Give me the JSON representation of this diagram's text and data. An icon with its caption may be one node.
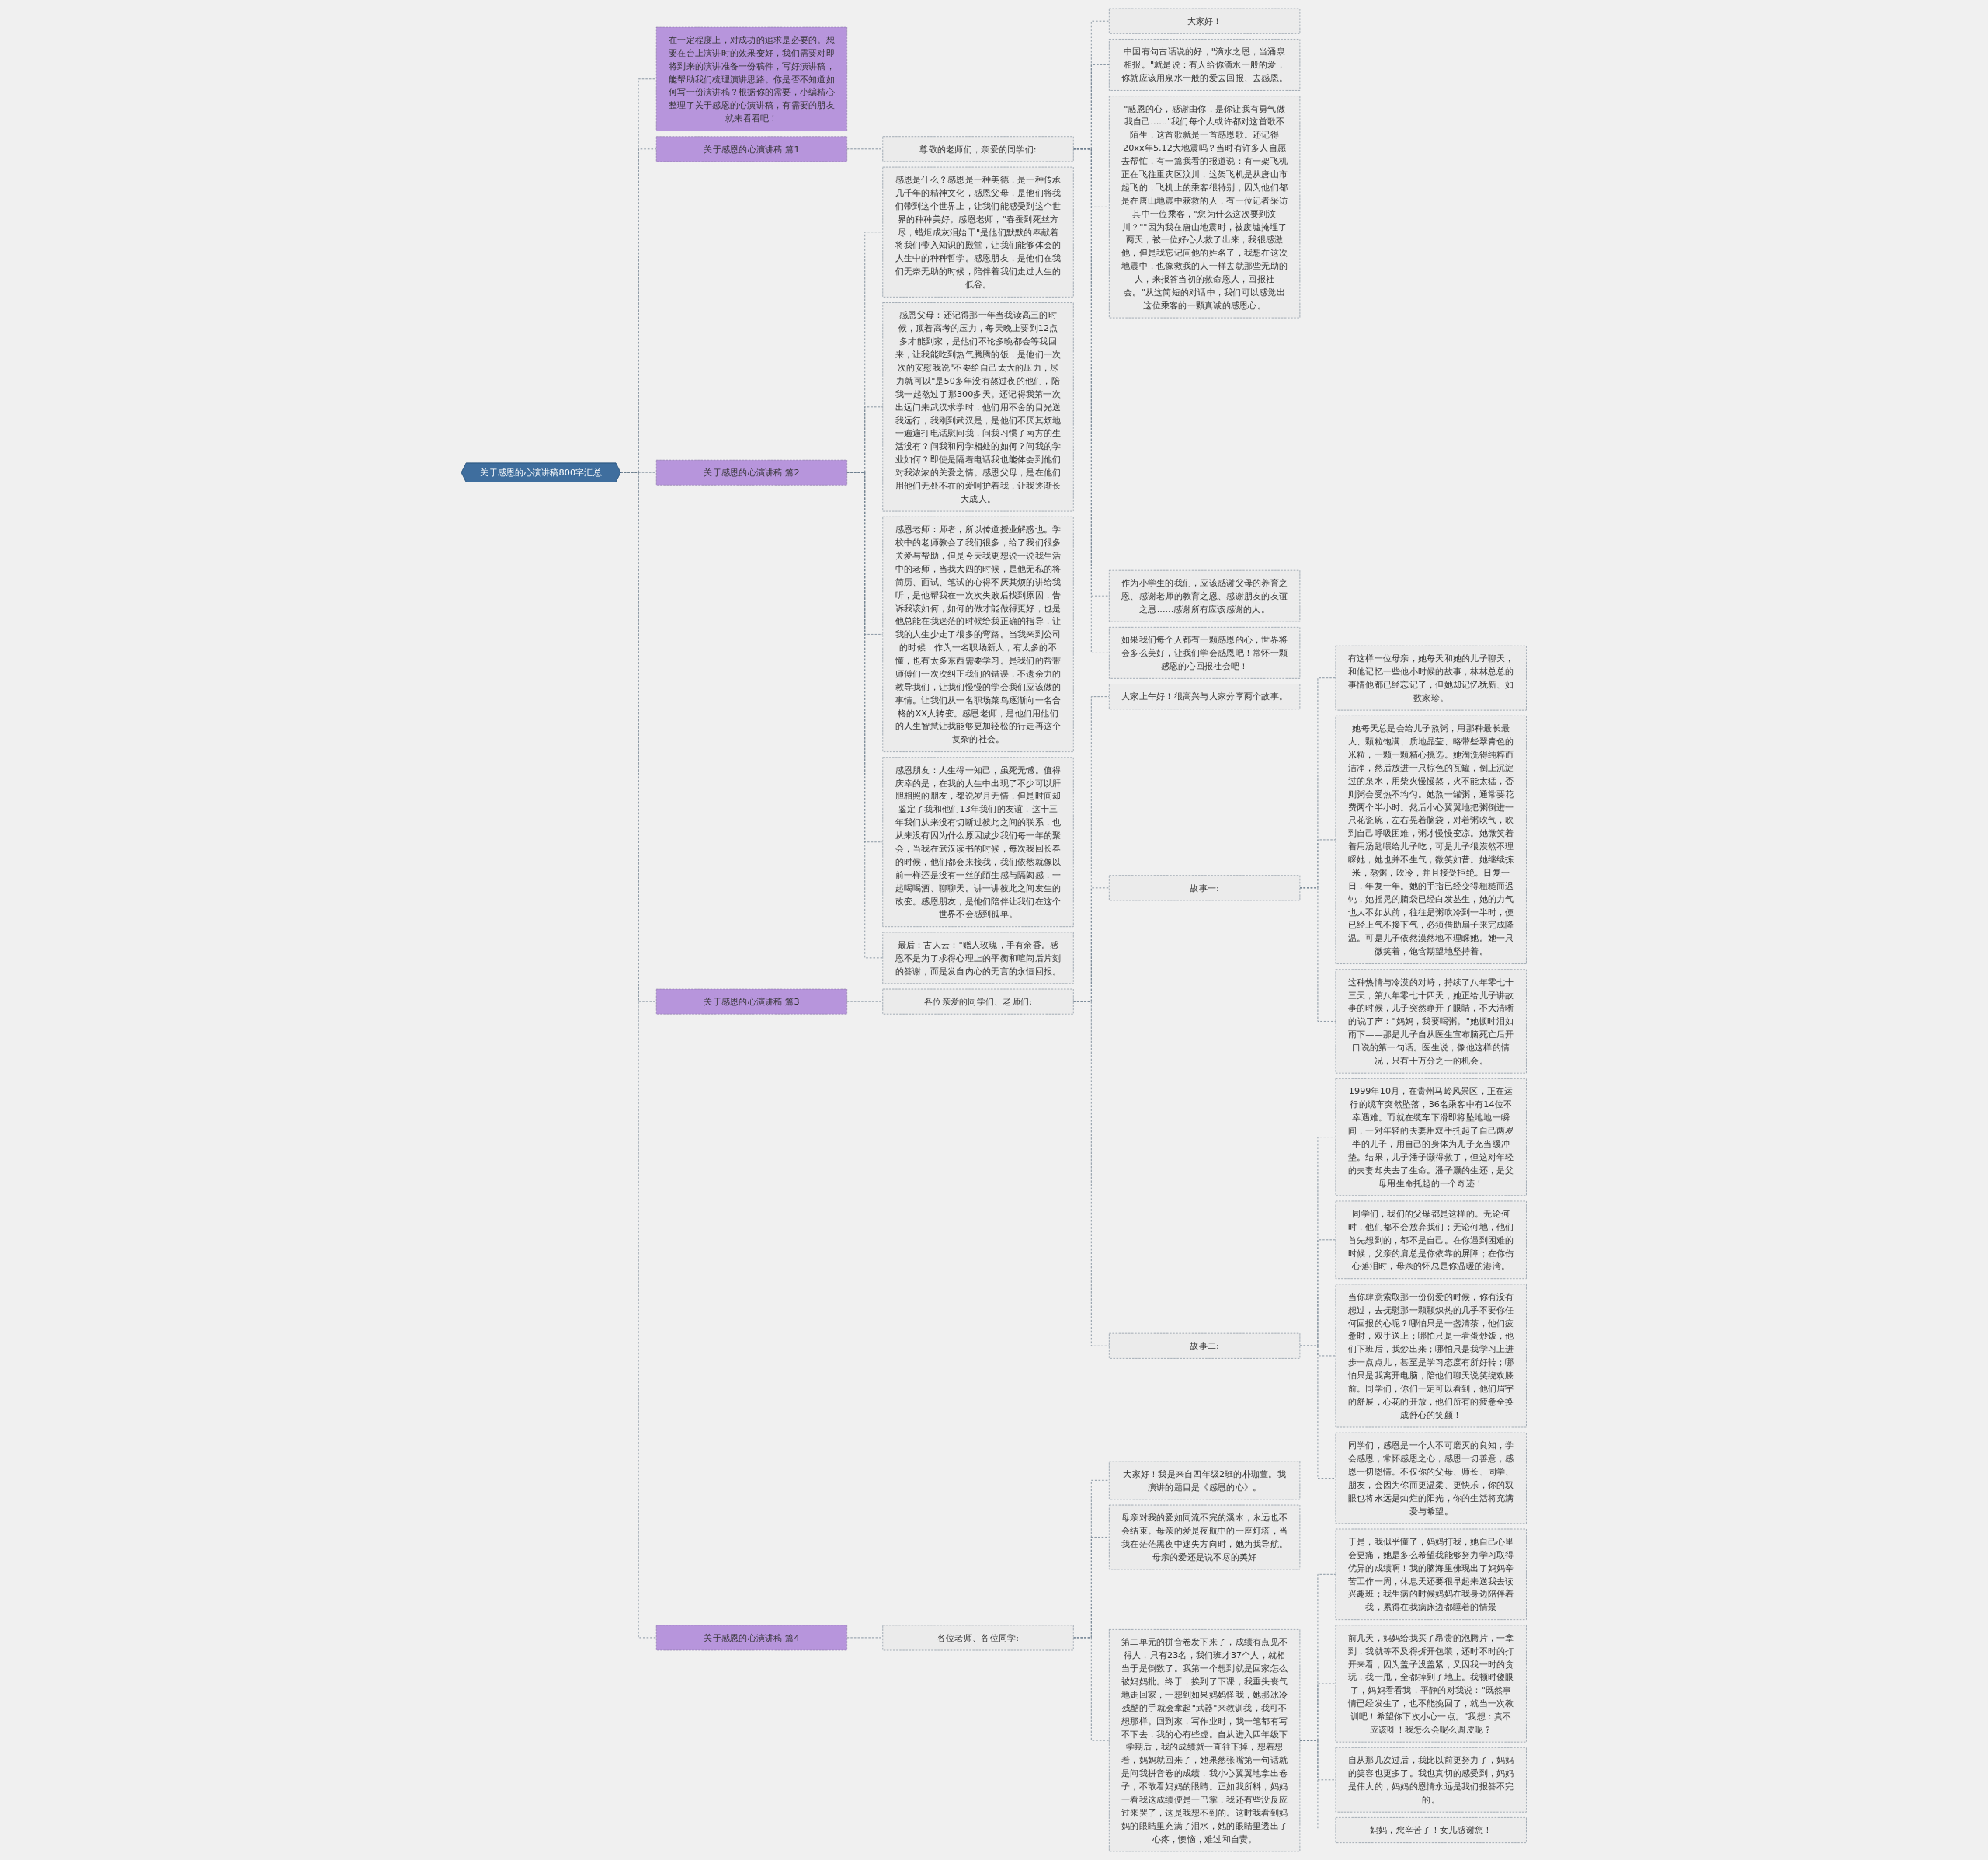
{
  "diagram": {
    "nodes": [
      {
        "text": [
          "关于感恩的心演讲稿800字汇总"
        ]
      },
      {
        "text": [
          "在一定程度上，对成功的追求是必要的。想要在台上演讲时的效果变好，我们需要对即将到来的演讲准备一份稿件，写好演讲稿，能帮助我们梳理演讲思路。你是否不知道如何写一份演讲稿？根据你的需要，小编精心整理了关于感恩的心演讲稿，有需要的朋友就来看看吧！"
        ]
      },
      {
        "text": [
          "关于感恩的心演讲稿 篇1"
        ]
      },
      {
        "text": [
          "尊敬的老师们，亲爱的同学们:"
        ]
      },
      {
        "text": [
          "大家好！"
        ]
      },
      {
        "text": [
          "中国有句古话说的好，\"滴水之恩，当涌泉相报。\"就是说：有人给你滴水一般的爱，你就应该用泉水一般的爱去回报、去感恩。"
        ]
      },
      {
        "text": [
          "\"感恩的心，感谢由你，是你让我有勇气做我自己......\"我们每个人或许都对这首歌不陌生，这首歌就是一首感恩歌。还记得20xx年5.12大地震吗？当时有许多人自愿去帮忙，有一篇我看的报道说：有一架飞机正在飞往重灾区汶川，这架飞机是从唐山市起飞的，飞机上的乘客很特别，因为他们都是在唐山地震中获救的人，有一位记者采访其中一位乘客，\"您为什么这次要到汶川？\"\"因为我在唐山地震时，被废墟掩埋了两天，被一位好心人救了出来，我很感激他，但是我忘记问他的姓名了，我想在这次地震中，也像救我的人一样去就那些无助的人，来报答当初的救命恩人，回报社会。\"从这简短的对话中，我们可以感觉出这位乘客的一颗真诚的感恩心。"
        ]
      },
      {
        "text": [
          "作为小学生的我们，应该感谢父母的养育之恩、感谢老师的教育之恩、感谢朋友的友谊之恩......感谢所有应该感谢的人。"
        ]
      },
      {
        "text": [
          "如果我们每个人都有一颗感恩的心，世界将会多么美好，让我们学会感恩吧！常怀一颗感恩的心回报社会吧！"
        ]
      },
      {
        "text": [
          "关于感恩的心演讲稿 篇2"
        ]
      },
      {
        "text": [
          "感恩是什么？感恩是一种美德，是一种传承几千年的精神文化，感恩父母，是他们将我们带到这个世界上，让我们能感受到这个世界的种种美好。感恩老师，\"春蚕到死丝方尽，蜡炬成灰泪始干\"是他们默默的奉献着将我们带入知识的殿堂，让我们能够体会的人生中的种种哲学。感恩朋友，是他们在我们无奈无助的时候，陪伴着我们走过人生的低谷。"
        ]
      },
      {
        "text": [
          "感恩父母：还记得那一年当我读高三的时候，顶着高考的压力，每天晚上要到12点多才能到家，是他们不论多晚都会等我回来，让我能吃到热气腾腾的饭，是他们一次次的安慰我说\"不要给自己太大的压力，尽力就可以\"是50多年没有熬过夜的他们，陪我一起熬过了那300多天。还记得我第一次出远门来武汉求学时，他们用不舍的目光送我远行，我刚到武汉是，是他们不厌其烦地一遍遍打电话慰问我，问我习惯了南方的生活没有？问我和同学相处的如何？问我的学业如何？即使是隔着电话我也能体会到他们对我浓浓的关爱之情。感恩父母，是在他们用他们无处不在的爱呵护着我，让我逐渐长大成人。"
        ]
      },
      {
        "text": [
          "感恩老师：师者，所以传道授业解惑也。学校中的老师教会了我们很多，给了我们很多关爱与帮助，但是今天我更想说一说我生活中的老师，当我大四的时候，是他无私的将简历、面试、笔试的心得不厌其烦的讲给我听，是他帮我在一次次失败后找到原因，告诉我该如何，如何的做才能做得更好，也是他总能在我迷茫的时候给我正确的指导，让我的人生少走了很多的弯路。当我来到公司的时候，作为一名职场新人，有太多的不懂，也有太多东西需要学习。是我们的帮带师傅们一次次纠正我们的错误，不遗余力的教导我们，让我们慢慢的学会我们应该做的事情。让我们从一名职场菜鸟逐渐向一名合格的XX人转变。感恩老师，是他们用他们的人生智慧让我能够更加轻松的行走再这个复杂的社会。"
        ]
      },
      {
        "text": [
          "感恩朋友：人生得一知己，虽死无憾。值得庆幸的是，在我的人生中出现了不少可以肝胆相照的朋友，都说岁月无情，但是时间却鉴定了我和他们13年我们的友谊，这十三年我们从来没有切断过彼此之间的联系，也从来没有因为什么原因减少我们每一年的聚会，当我在武汉读书的时候，每次我回长春的时候，他们都会来接我，我们依然就像以前一样还是没有一丝的陌生感与隔阂感，一起喝喝酒、聊聊天。讲一讲彼此之间发生的改变。感恩朋友，是他们陪伴让我们在这个世界不会感到孤单。"
        ]
      },
      {
        "text": [
          "最后：古人云：\"赠人玫瑰，手有余香。感恩不是为了求得心理上的平衡和喧闹后片刻的答谢，而是发自内心的无言的永恒回报。"
        ]
      },
      {
        "text": [
          "关于感恩的心演讲稿 篇3"
        ]
      },
      {
        "text": [
          "各位亲爱的同学们、老师们:"
        ]
      },
      {
        "text": [
          "大家上午好！很高兴与大家分享两个故事。"
        ]
      },
      {
        "text": [
          "故事一:"
        ]
      },
      {
        "text": [
          "有这样一位母亲，她每天和她的儿子聊天，和他记忆一些他小时候的故事，林林总总的事情他都已经忘记了，但她却记忆犹新、如数家珍。"
        ]
      },
      {
        "text": [
          "她每天总是会给儿子熬粥，用那种最长最大、颗粒饱满、质地晶莹、略带些翠青色的米粒，一颗一颗精心挑选。她淘洗得纯粹而洁净，然后放进一只棕色的瓦罐，倒上沉淀过的泉水，用柴火慢慢熬，火不能太猛，否则粥会受热不均匀。她熬一罐粥，通常要花费两个半小时。然后小心翼翼地把粥倒进一只花瓷碗，左右晃着脑袋，对着粥吹气，吹到自己呼吸困难，粥才慢慢变凉。她微笑着着用汤匙喂给儿子吃，可是儿子很漠然不理睬她，她也并不生气，微笑如昔。她继续拣米，熬粥，吹冷，并且接受拒绝。日复一日，年复一年。她的手指已经变得粗糙而迟钝，她摇晃的脑袋已经白发丛生，她的力气也大不如从前，往往是粥吹冷到一半时，便已经上气不接下气，必须借助扇子来完成降温。可是儿子依然漠然地不理睬她。她一只微笑着，饱含期望地坚持着。"
        ]
      },
      {
        "text": [
          "这种热情与冷漠的对峙，持续了八年零七十三天，第八年零七十四天，她正给儿子讲故事的时候，儿子突然睁开了眼睛，不大清晰的说了声：\"妈妈，我要喝粥。\"她顿时泪如雨下——那是儿子自从医生宣布脑死亡后开口说的第一句话。医生说，像他这样的情况，只有十万分之一的机会。"
        ]
      },
      {
        "text": [
          "故事二:"
        ]
      },
      {
        "text": [
          "1999年10月，在贵州马岭风景区，正在运行的缆车突然坠落，36名乘客中有14位不幸遇难。而就在缆车下滑即将坠地地一瞬间，一对年轻的夫妻用双手托起了自己两岁半的儿子，用自己的身体为儿子充当缓冲垫。结果，儿子潘子灏得救了，但这对年轻的夫妻却失去了生命。潘子灏的生还，是父母用生命托起的一个奇迹！"
        ]
      },
      {
        "text": [
          "同学们，我们的父母都是这样的。无论何时，他们都不会放弃我们；无论何地，他们首先想到的，都不是自己。在你遇到困难的时候，父亲的肩总是你依靠的屏障；在你伤心落泪时，母亲的怀总是你温暖的港湾。"
        ]
      },
      {
        "text": [
          "当你肆意索取那一份份爱的时候，你有没有想过，去抚慰那一颗颗炽热的几乎不要你任何回报的心呢？哪怕只是一盏清茶，他们疲惫时，双手送上；哪怕只是一看蛋炒饭，他们下班后，我炒出来；哪怕只是我学习上进步一点点儿，甚至是学习态度有所好转；哪怕只是我离开电脑，陪他们聊天说笑绕欢膝前。同学们，你们一定可以看到，他们眉宇的舒展，心花的开放，他们所有的疲惫全换成舒心的笑颜！"
        ]
      },
      {
        "text": [
          "同学们，感恩是一个人不可磨灭的良知，学会感恩，常怀感恩之心，感恩一切善意，感恩一切恩情。不仅你的父母、师长、同学、朋友，会因为你而更温柔、更快乐，你的双眼也将永远是灿烂的阳光，你的生活将充满爱与希望。"
        ]
      },
      {
        "text": [
          "关于感恩的心演讲稿 篇4"
        ]
      },
      {
        "text": [
          "各位老师、各位同学:"
        ]
      },
      {
        "text": [
          "大家好！我是来自四年级2班的朴珈萱。我演讲的题目是《感恩的心》。"
        ]
      },
      {
        "text": [
          "母亲对我的爱如同流不完的溪水，永远也不会结束。母亲的爱是夜航中的一座灯塔，当我在茫茫黑夜中迷失方向时，她为我导航。母亲的爱还是说不尽的美好"
        ]
      },
      {
        "text": [
          "第二单元的拼音卷发下来了，成绩有点见不得人，只有23名，我们班才37个人，就相当于是倒数了。我第一个想到就是回家怎么被妈妈批。终于，挨到了下课，我垂头丧气地走回家，一想到如果妈妈怪我，她那冰冷残酷的手就会拿起\"武器\"来教训我，我可不想那样。回到家，写作业时，我一笔都有写不下去，我的心有些虚。自从进入四年级下学期后，我的成绩就一直往下掉，想着想着，妈妈就回来了，她果然张嘴第一句话就是问我拼音卷的成绩，我小心翼翼地拿出卷子，不敢看妈妈的眼睛。正如我所料，妈妈一看我这成绩便是一巴掌，我还有些没反应过来哭了，这是我想不到的。这时我看到妈妈的眼睛里充满了泪水，她的眼睛里透出了心疼，懊恼，难过和自责。"
        ]
      },
      {
        "text": [
          "于是，我似乎懂了，妈妈打我，她自己心里会更痛，她是多么希望我能够努力学习取得优异的成绩啊！我的脑海里佛现出了妈妈辛苦工作一周，休息天还要很早起来送我去读兴趣班；我生病的时候妈妈在我身边陪伴着我，累得在我病床边都睡着的情景"
        ]
      },
      {
        "text": [
          "前几天，妈妈给我买了昂贵的泡腾片，一拿到，我就等不及得拆开包装，还时不时的打开来看，因为盖子没盖紧，又因我一时的贪玩，我一甩，全都掉到了地上。我顿时傻眼了，妈妈看看我，平静的对我说：\"既然事情已经发生了，也不能挽回了，就当一次教训吧！希望你下次小心一点。\"我想：真不应该呀！我怎么会呢么调皮呢？"
        ]
      },
      {
        "text": [
          "自从那几次过后，我比以前更努力了，妈妈的笑容也更多了。我也真切的感受到，妈妈是伟大的，妈妈的恩情永远是我们报答不完的。"
        ]
      },
      {
        "text": [
          "妈妈，您辛苦了！女儿感谢您！"
        ]
      }
    ],
    "edges": [
      {
        "from": 0,
        "to": 1,
        "arrow": "none",
        "style": "dashed"
      },
      {
        "from": 0,
        "to": 2,
        "arrow": "none",
        "style": "dashed"
      },
      {
        "from": 2,
        "to": 3,
        "arrow": "none",
        "style": "dashed"
      },
      {
        "from": 3,
        "to": 4,
        "arrow": "none",
        "style": "dashed"
      },
      {
        "from": 3,
        "to": 5,
        "arrow": "none",
        "style": "dashed"
      },
      {
        "from": 3,
        "to": 6,
        "arrow": "none",
        "style": "dashed"
      },
      {
        "from": 3,
        "to": 7,
        "arrow": "none",
        "style": "dashed"
      },
      {
        "from": 3,
        "to": 8,
        "arrow": "none",
        "style": "dashed"
      },
      {
        "from": 0,
        "to": 9,
        "arrow": "none",
        "style": "dashed"
      },
      {
        "from": 9,
        "to": 10,
        "arrow": "none",
        "style": "dashed"
      },
      {
        "from": 9,
        "to": 11,
        "arrow": "none",
        "style": "dashed"
      },
      {
        "from": 9,
        "to": 12,
        "arrow": "none",
        "style": "dashed"
      },
      {
        "from": 9,
        "to": 13,
        "arrow": "none",
        "style": "dashed"
      },
      {
        "from": 9,
        "to": 14,
        "arrow": "none",
        "style": "dashed"
      },
      {
        "from": 0,
        "to": 15,
        "arrow": "none",
        "style": "dashed"
      },
      {
        "from": 15,
        "to": 16,
        "arrow": "none",
        "style": "dashed"
      },
      {
        "from": 16,
        "to": 17,
        "arrow": "none",
        "style": "dashed"
      },
      {
        "from": 16,
        "to": 18,
        "arrow": "none",
        "style": "dashed"
      },
      {
        "from": 18,
        "to": 19,
        "arrow": "none",
        "style": "dashed"
      },
      {
        "from": 18,
        "to": 20,
        "arrow": "none",
        "style": "dashed"
      },
      {
        "from": 18,
        "to": 21,
        "arrow": "none",
        "style": "dashed"
      },
      {
        "from": 16,
        "to": 22,
        "arrow": "none",
        "style": "dashed"
      },
      {
        "from": 22,
        "to": 23,
        "arrow": "none",
        "style": "dashed"
      },
      {
        "from": 22,
        "to": 24,
        "arrow": "none",
        "style": "dashed"
      },
      {
        "from": 22,
        "to": 25,
        "arrow": "none",
        "style": "dashed"
      },
      {
        "from": 22,
        "to": 26,
        "arrow": "none",
        "style": "dashed"
      },
      {
        "from": 0,
        "to": 27,
        "arrow": "none",
        "style": "dashed"
      },
      {
        "from": 27,
        "to": 28,
        "arrow": "none",
        "style": "dashed"
      },
      {
        "from": 28,
        "to": 29,
        "arrow": "none",
        "style": "dashed"
      },
      {
        "from": 28,
        "to": 30,
        "arrow": "none",
        "style": "dashed"
      },
      {
        "from": 28,
        "to": 31,
        "arrow": "none",
        "style": "dashed"
      },
      {
        "from": 31,
        "to": 32,
        "arrow": "none",
        "style": "dashed"
      },
      {
        "from": 31,
        "to": 33,
        "arrow": "none",
        "style": "dashed"
      },
      {
        "from": 31,
        "to": 34,
        "arrow": "none",
        "style": "dashed"
      },
      {
        "from": 31,
        "to": 35,
        "arrow": "none",
        "style": "dashed"
      }
    ]
  }
}
